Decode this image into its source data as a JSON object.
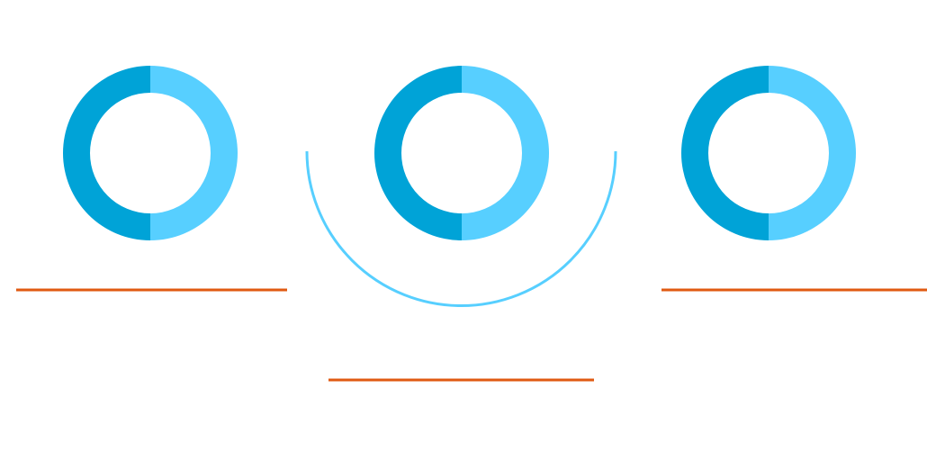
{
  "colors": {
    "ring_dark": "#00a3d7",
    "ring_light": "#57cfff",
    "arc": "#57cfff",
    "divider": "#e05a12",
    "background": "#ffffff"
  },
  "rings": [
    {
      "id": "left",
      "segments": [
        {
          "share": 0.5,
          "color": "ring_light"
        },
        {
          "share": 0.5,
          "color": "ring_dark"
        }
      ]
    },
    {
      "id": "center",
      "segments": [
        {
          "share": 0.5,
          "color": "ring_light"
        },
        {
          "share": 0.5,
          "color": "ring_dark"
        }
      ]
    },
    {
      "id": "right",
      "segments": [
        {
          "share": 0.5,
          "color": "ring_light"
        },
        {
          "share": 0.5,
          "color": "ring_dark"
        }
      ]
    }
  ]
}
